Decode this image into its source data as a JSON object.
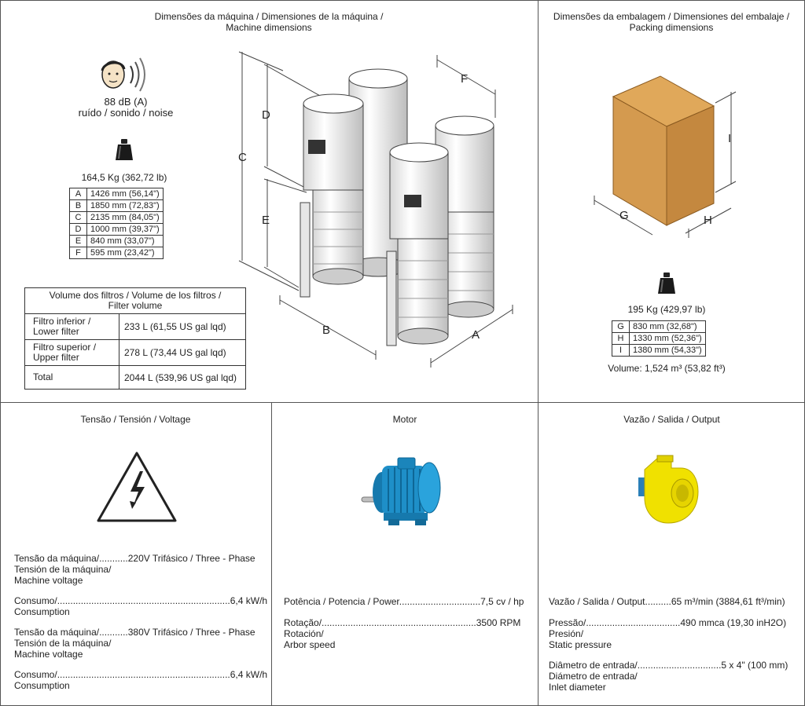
{
  "machine": {
    "title": "Dimensões da máquina / Dimensiones de la máquina /\nMachine dimensions",
    "noise_value": "88 dB (A)",
    "noise_label": "ruído / sonido / noise",
    "weight": "164,5 Kg (362,72 lb)",
    "dimensions": [
      {
        "key": "A",
        "value": "1426 mm (56,14\")"
      },
      {
        "key": "B",
        "value": "1850 mm (72,83\")"
      },
      {
        "key": "C",
        "value": "2135 mm (84,05\")"
      },
      {
        "key": "D",
        "value": "1000 mm (39,37\")"
      },
      {
        "key": "E",
        "value": "840 mm (33,07\")"
      },
      {
        "key": "F",
        "value": "595 mm (23,42\")"
      }
    ],
    "drawing_labels": {
      "a": "A",
      "b": "B",
      "c": "C",
      "d": "D",
      "e": "E",
      "f": "F"
    },
    "filter_volume": {
      "title": "Volume dos filtros / Volume de los filtros /\nFilter volume",
      "rows": [
        {
          "label": "Filtro inferior /\nLower filter",
          "value": "233 L (61,55 US gal lqd)"
        },
        {
          "label": "Filtro superior /\nUpper filter",
          "value": "278 L (73,44 US gal lqd)"
        },
        {
          "label": "Total",
          "value": "2044 L (539,96 US gal lqd)"
        }
      ]
    }
  },
  "packing": {
    "title": "Dimensões da embalagem / Dimensiones del embalaje /\nPacking dimensions",
    "weight": "195 Kg (429,97 lb)",
    "dimensions": [
      {
        "key": "G",
        "value": "830 mm (32,68\")"
      },
      {
        "key": "H",
        "value": "1330 mm (52,36\")"
      },
      {
        "key": "I",
        "value": "1380 mm (54,33\")"
      }
    ],
    "drawing_labels": {
      "g": "G",
      "h": "H",
      "i": "I"
    },
    "volume": "Volume: 1,524 m³ (53,82 ft³)",
    "box_color": "#d49a4f"
  },
  "voltage": {
    "title": "Tensão / Tensión / Voltage",
    "spec1": "Tensão da máquina/...........220V Trifásico / Three - Phase\nTensión de la máquina/\nMachine voltage",
    "spec2": "Consumo/..................................................................6,4 kW/h\nConsumption",
    "spec3": "Tensão da máquina/...........380V Trifásico / Three - Phase\nTensión de la máquina/\nMachine voltage",
    "spec4": "Consumo/..................................................................6,4 kW/h\nConsumption"
  },
  "motor": {
    "title": "Motor",
    "spec1": "Potência / Potencia / Power...............................7,5 cv / hp",
    "spec2": "Rotação/...........................................................3500 RPM\nRotación/\nArbor speed",
    "motor_color": "#1e8fc8"
  },
  "output": {
    "title": "Vazão / Salida / Output",
    "spec1": "Vazão / Salida / Output..........65 m³/min (3884,61 ft³/min)",
    "spec2": "Pressão/....................................490 mmca (19,30 inH2O)\nPresión/\nStatic pressure",
    "spec3": "Diâmetro de entrada/................................5 x 4\" (100 mm)\nDiámetro de entrada/\nInlet diameter",
    "pump_color": "#f0e100"
  }
}
